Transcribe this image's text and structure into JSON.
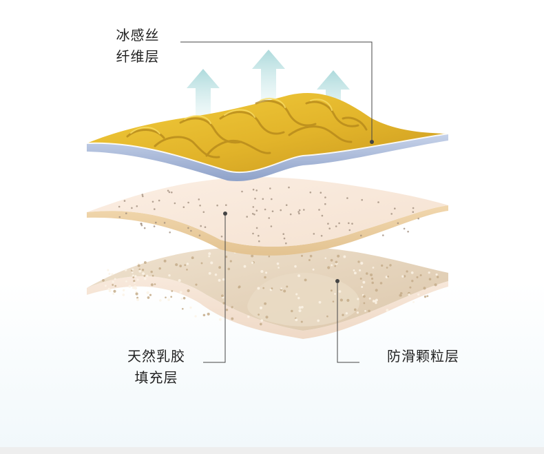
{
  "layers": [
    {
      "id": "ice-silk",
      "label_lines": [
        "冰感丝",
        "纤维层"
      ],
      "color": "#e4b92b"
    },
    {
      "id": "latex",
      "label_lines": [
        "天然乳胶",
        "填充层"
      ],
      "color": "#f8e8d9"
    },
    {
      "id": "anti-slip",
      "label_lines": [
        "防滑颗粒层"
      ],
      "color": "#e6d4bd"
    }
  ],
  "colors": {
    "arrow": "#bfe3e4",
    "leader_line": "#444444",
    "background_bottom": "#f1f8fb"
  }
}
